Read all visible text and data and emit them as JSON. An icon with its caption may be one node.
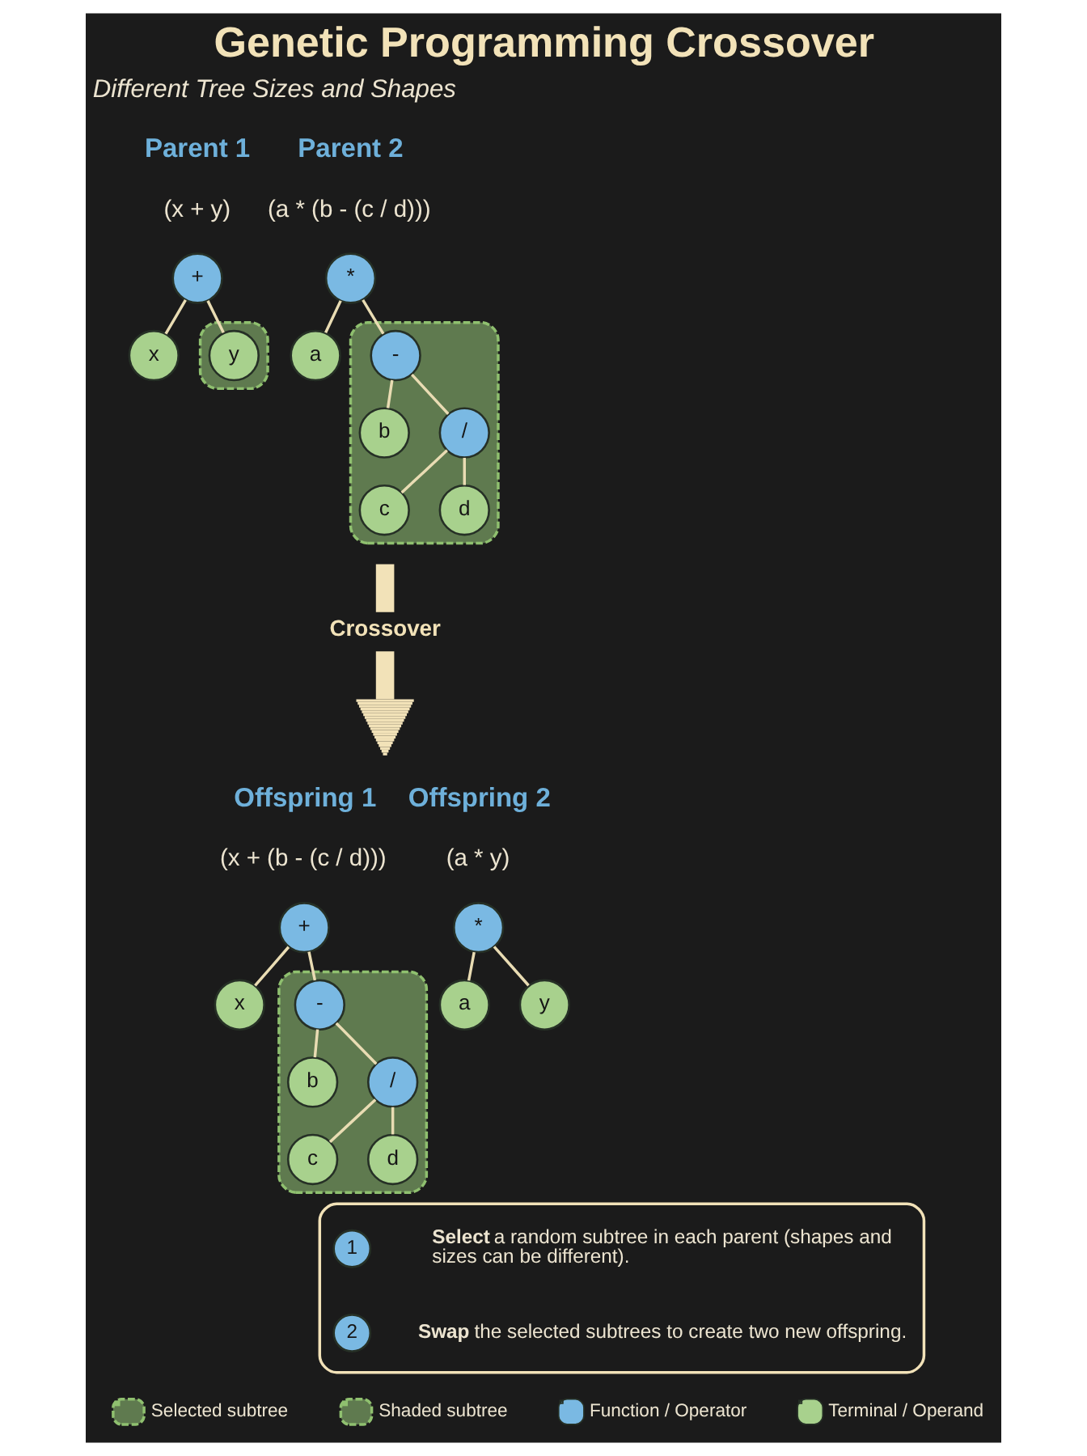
{
  "diagram": {
    "title": "Genetic Programming Crossover",
    "nodes": [
      {
        "text": [
          "+"
        ]
      },
      {
        "text": [
          "x"
        ]
      },
      {
        "text": [],
        "shape": "box"
      },
      {
        "text": [
          "y"
        ],
        "in": 2
      },
      {
        "text": [
          "*"
        ]
      },
      {
        "text": [
          "a"
        ]
      },
      {
        "text": [],
        "shape": "box"
      },
      {
        "text": [
          "-"
        ],
        "in": 6
      },
      {
        "text": [
          "b"
        ],
        "in": 6
      },
      {
        "text": [
          "/"
        ],
        "in": 6
      },
      {
        "text": [
          "c"
        ],
        "in": 6
      },
      {
        "text": [
          "d"
        ],
        "in": 6
      },
      {
        "text": [
          "+"
        ]
      },
      {
        "text": [
          "x"
        ]
      },
      {
        "text": [],
        "shape": "box"
      },
      {
        "text": [
          "-"
        ],
        "in": 14
      },
      {
        "text": [
          "b"
        ],
        "in": 14
      },
      {
        "text": [
          "/"
        ],
        "in": 14
      },
      {
        "text": [
          "c"
        ],
        "in": 14
      },
      {
        "text": [
          "d"
        ],
        "in": 14
      },
      {
        "text": [
          "*"
        ]
      },
      {
        "text": [
          "a"
        ]
      },
      {
        "text": [
          "y"
        ]
      },
      {
        "text": [],
        "shape": "box"
      },
      {
        "text": [
          "1"
        ],
        "in": 23,
        "beside": [
          "**Select** a random subtree in each parent (shapes and sizes can be different)."
        ]
      },
      {
        "text": [
          "2"
        ],
        "in": 23,
        "beside": [
          "**Swap** the selected subtrees to create two new offspring."
        ]
      }
    ],
    "edges": [
      {
        "from": 0,
        "to": 1,
        "arrow": "none"
      },
      {
        "from": 0,
        "to": 3,
        "arrow": "none"
      },
      {
        "from": 4,
        "to": 5,
        "arrow": "none"
      },
      {
        "from": 4,
        "to": 7,
        "arrow": "none"
      },
      {
        "from": 7,
        "to": 8,
        "arrow": "none"
      },
      {
        "from": 7,
        "to": 9,
        "arrow": "none"
      },
      {
        "from": 9,
        "to": 10,
        "arrow": "none"
      },
      {
        "from": 9,
        "to": 11,
        "arrow": "none"
      },
      {
        "from": 12,
        "to": 13,
        "arrow": "none"
      },
      {
        "from": 12,
        "to": 15,
        "arrow": "none"
      },
      {
        "from": 15,
        "to": 16,
        "arrow": "none"
      },
      {
        "from": 15,
        "to": 17,
        "arrow": "none"
      },
      {
        "from": 17,
        "to": 18,
        "arrow": "none"
      },
      {
        "from": 17,
        "to": 19,
        "arrow": "none"
      },
      {
        "from": 20,
        "to": 21,
        "arrow": "none"
      },
      {
        "from": 20,
        "to": 22,
        "arrow": "none"
      }
    ],
    "labels": [
      "Different Tree Sizes and Shapes",
      "Parent 1",
      "(x + y)",
      "Parent 2",
      "(a * (b - (c / d)))",
      "Crossover",
      "Offspring 1",
      "(x + (b - (c / d)))",
      "Offspring 2",
      "(a * y)"
    ],
    "legend": [
      {
        "text": "Selected subtree"
      },
      {
        "text": "Shaded subtree"
      },
      {
        "text": "Function / Operator",
        "color": "#7ab9e3"
      },
      {
        "text": "Terminal / Operand",
        "color": "#a8d18d"
      }
    ]
  }
}
